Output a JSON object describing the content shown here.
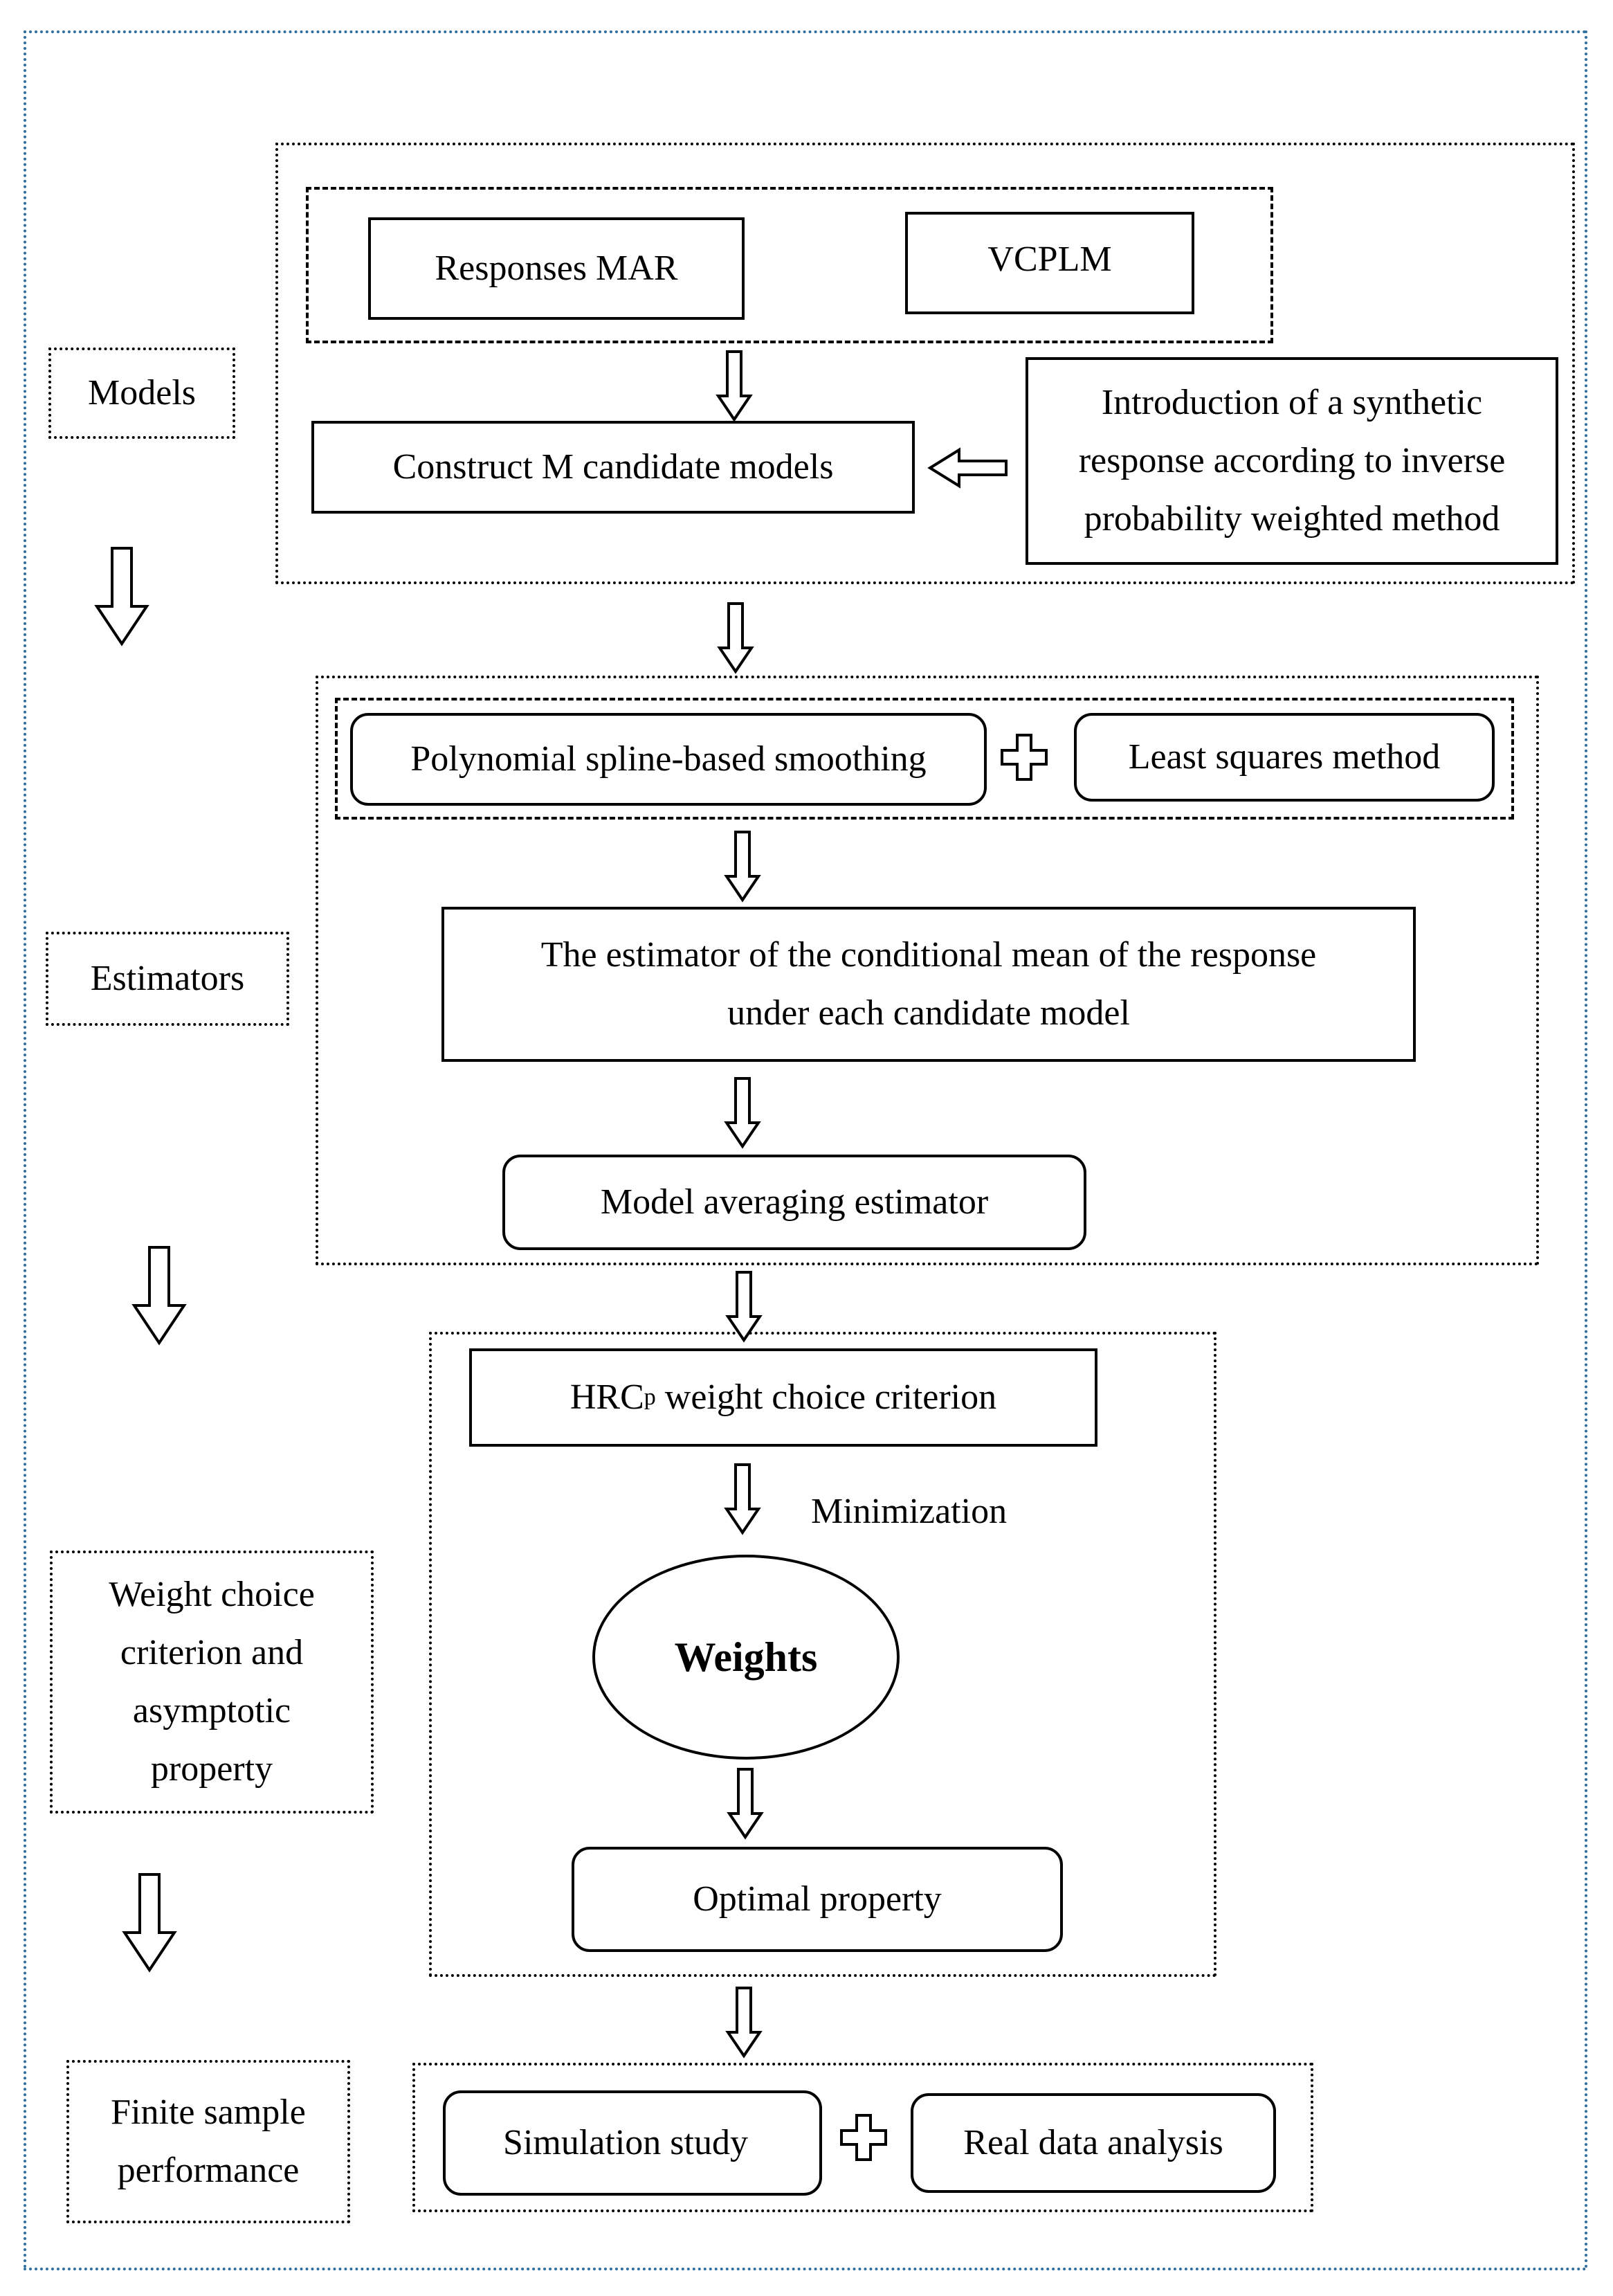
{
  "labels": {
    "models": "Models",
    "estimators": "Estimators",
    "weight_choice": [
      "Weight choice",
      "criterion and",
      "asymptotic",
      "property"
    ],
    "finite_sample": [
      "Finite sample",
      "performance"
    ]
  },
  "models_section": {
    "responses_mar": "Responses MAR",
    "vcplm": "VCPLM",
    "construct": "Construct M candidate models",
    "introduction": [
      "Introduction of a synthetic",
      "response according to inverse",
      "probability weighted method"
    ]
  },
  "estimators_section": {
    "polynomial": "Polynomial spline-based smoothing",
    "least_squares": "Least squares method",
    "estimator": [
      "The estimator of the conditional mean of the response",
      "under each candidate model"
    ],
    "model_averaging": "Model averaging estimator"
  },
  "weight_section": {
    "hrc_main": "HRC",
    "hrc_sub": "p",
    "hrc_rest": " weight choice criterion",
    "minimization": "Minimization",
    "weights": "Weights",
    "optimal": "Optimal property"
  },
  "finite_section": {
    "simulation": "Simulation study",
    "real_data": "Real data analysis"
  }
}
